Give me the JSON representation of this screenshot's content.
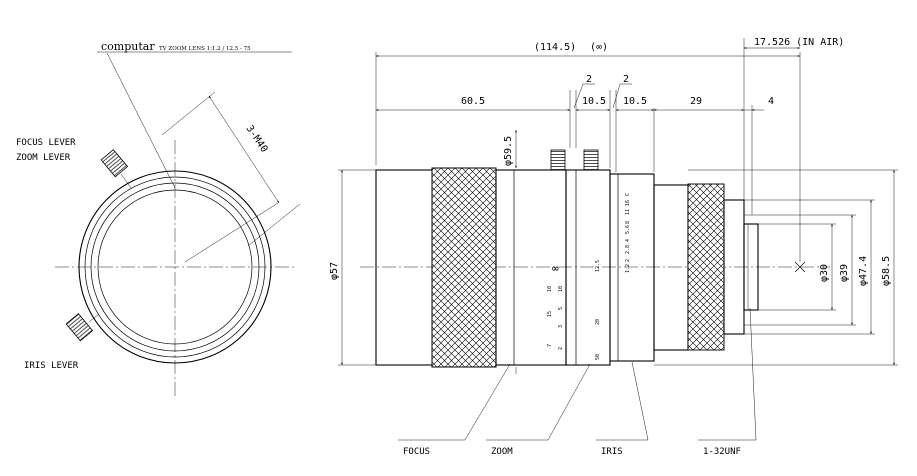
{
  "front_view": {
    "brand": "computar",
    "product": "TV ZOOM LENS  1:1.2 / 12.5 - 75",
    "focus_lever": "FOCUS LEVER",
    "zoom_lever": "ZOOM LEVER",
    "iris_lever": "IRIS LEVER",
    "screw": "3-M40"
  },
  "side_view": {
    "dims": {
      "total": "(114.5)",
      "infinity": "(∞)",
      "back_focus": "17.526 (IN AIR)",
      "d2a": "2",
      "d2b": "2",
      "d60": "60.5",
      "d10a": "10.5",
      "d10b": "10.5",
      "d29": "29",
      "d4": "4",
      "dia595": "φ59.5",
      "dia57": "φ57",
      "dia30": "φ30",
      "dia39": "φ39",
      "dia474": "φ47.4",
      "dia585": "φ58.5"
    },
    "focus_scale": [
      "∞",
      "10",
      "15",
      "7",
      "5",
      "3",
      "2"
    ],
    "focus_scale_right": [
      "10",
      "5",
      "3",
      "2"
    ],
    "zoom_scale": [
      "12.5",
      "20",
      "50"
    ],
    "iris_scale": [
      "C",
      "16",
      "11",
      "8",
      "5.6",
      "4",
      "2.8",
      "2",
      "1.2"
    ],
    "callouts": {
      "focus": "FOCUS",
      "zoom": "ZOOM",
      "iris": "IRIS",
      "mount": "1-32UNF"
    }
  }
}
